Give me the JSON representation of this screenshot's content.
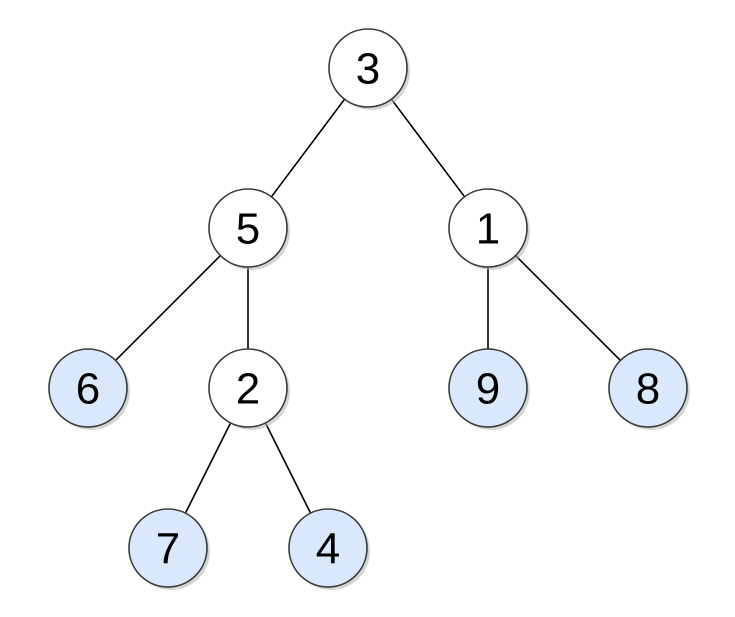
{
  "diagram": {
    "type": "binary-tree",
    "colors": {
      "internal_fill": "#ffffff",
      "leaf_fill": "#dae8fc",
      "stroke": "#36393d",
      "shadow": "#b3b3b3",
      "edge": "#000000",
      "background": "#ffffff"
    },
    "nodes": [
      {
        "id": "n3",
        "label": "3",
        "kind": "internal"
      },
      {
        "id": "n5",
        "label": "5",
        "kind": "internal"
      },
      {
        "id": "n1",
        "label": "1",
        "kind": "internal"
      },
      {
        "id": "n6",
        "label": "6",
        "kind": "leaf"
      },
      {
        "id": "n2",
        "label": "2",
        "kind": "internal"
      },
      {
        "id": "n9",
        "label": "9",
        "kind": "leaf"
      },
      {
        "id": "n8",
        "label": "8",
        "kind": "leaf"
      },
      {
        "id": "n7",
        "label": "7",
        "kind": "leaf"
      },
      {
        "id": "n4",
        "label": "4",
        "kind": "leaf"
      }
    ],
    "edges": [
      {
        "from": "n3",
        "to": "n5"
      },
      {
        "from": "n3",
        "to": "n1"
      },
      {
        "from": "n5",
        "to": "n6"
      },
      {
        "from": "n5",
        "to": "n2"
      },
      {
        "from": "n1",
        "to": "n9"
      },
      {
        "from": "n1",
        "to": "n8"
      },
      {
        "from": "n2",
        "to": "n7"
      },
      {
        "from": "n2",
        "to": "n4"
      }
    ]
  }
}
